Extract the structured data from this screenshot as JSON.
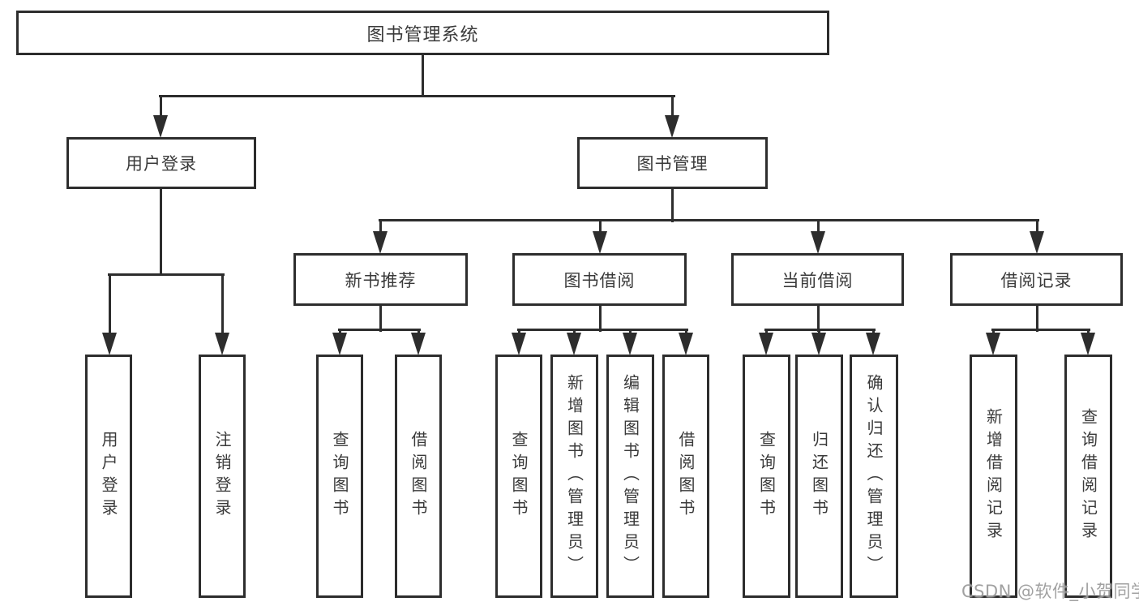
{
  "nodes": {
    "root": {
      "label": "图书管理系统"
    },
    "user_login": {
      "label": "用户登录",
      "children": [
        {
          "label": "用户登录"
        },
        {
          "label": "注销登录"
        }
      ]
    },
    "book_mgmt": {
      "label": "图书管理",
      "children": [
        {
          "label": "新书推荐",
          "children": [
            {
              "label": "查询图书"
            },
            {
              "label": "借阅图书"
            }
          ]
        },
        {
          "label": "图书借阅",
          "children": [
            {
              "label": "查询图书"
            },
            {
              "label": "新增图书（管理员）"
            },
            {
              "label": "编辑图书（管理员）"
            },
            {
              "label": "借阅图书"
            }
          ]
        },
        {
          "label": "当前借阅",
          "children": [
            {
              "label": "查询图书"
            },
            {
              "label": "归还图书"
            },
            {
              "label": "确认归还（管理员）"
            }
          ]
        },
        {
          "label": "借阅记录",
          "children": [
            {
              "label": "新增借阅记录"
            },
            {
              "label": "查询借阅记录"
            }
          ]
        }
      ]
    }
  },
  "watermark": {
    "text": "CSDN @软件_小贺同学"
  },
  "colors": {
    "line": "#2d2d2d",
    "text": "#3a3a3a",
    "box_bg": "#ffffff",
    "watermark": "#949494"
  }
}
